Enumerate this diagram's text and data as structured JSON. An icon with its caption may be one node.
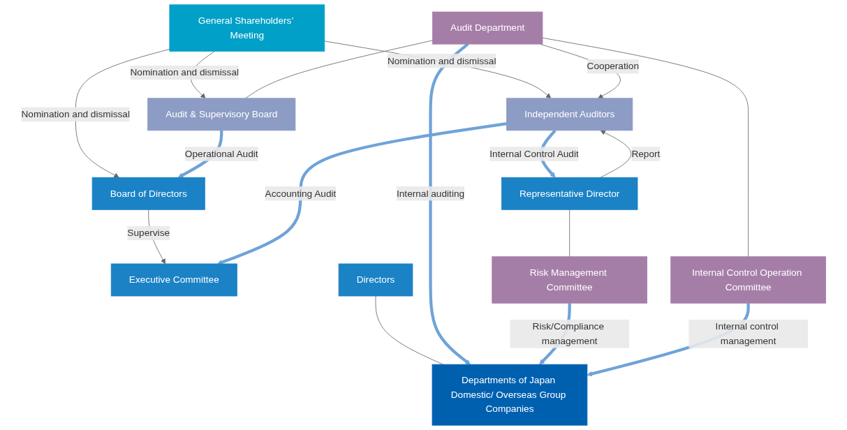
{
  "diagram": {
    "nodes": [
      {
        "text": [
          "General Shareholders’ Meeting"
        ]
      },
      {
        "text": [
          "Audit & Supervisory Board"
        ]
      },
      {
        "text": [
          "Independent Auditors"
        ]
      },
      {
        "text": [
          "Board of Directors"
        ]
      },
      {
        "text": [
          "Executive Committee"
        ]
      },
      {
        "text": [
          "Representative Director"
        ]
      },
      {
        "text": [
          "Directors"
        ]
      },
      {
        "text": [
          "Audit Department"
        ]
      },
      {
        "text": [
          "Risk Management Committee"
        ]
      },
      {
        "text": [
          "Internal Control Operation Committee"
        ]
      },
      {
        "text": [
          "Departments of Japan Domestic/ Overseas Group Companies"
        ]
      }
    ],
    "edges": [
      {
        "from": 0,
        "to": 1,
        "arrow": "to",
        "label": "Nomination and dismissal"
      },
      {
        "from": 0,
        "to": 2,
        "arrow": "to",
        "label": "Nomination and dismissal"
      },
      {
        "from": 0,
        "to": 3,
        "arrow": "to",
        "label": "Nomination and dismissal"
      },
      {
        "from": 3,
        "to": 4,
        "arrow": "to",
        "label": "Supervise"
      },
      {
        "from": 1,
        "to": 3,
        "arrow": "to",
        "label": "Operational Audit",
        "style": "thick",
        "color": "#6fa3d8"
      },
      {
        "from": 2,
        "to": 4,
        "arrow": "to",
        "label": "Accounting Audit",
        "style": "thick",
        "color": "#6fa3d8"
      },
      {
        "from": 2,
        "to": 5,
        "arrow": "to",
        "label": "Internal Control Audit",
        "style": "thick",
        "color": "#6fa3d8"
      },
      {
        "from": 7,
        "to": 1,
        "arrow": "none"
      },
      {
        "from": 7,
        "to": 2,
        "arrow": "to",
        "label": "Cooperation"
      },
      {
        "from": 5,
        "to": 2,
        "arrow": "to",
        "label": "Report"
      },
      {
        "from": 5,
        "to": 8,
        "arrow": "none"
      },
      {
        "from": 7,
        "to": 9,
        "arrow": "none"
      },
      {
        "from": 6,
        "to": 10,
        "arrow": "none"
      },
      {
        "from": 7,
        "to": 10,
        "arrow": "to",
        "label": "Internal auditing",
        "style": "thick",
        "color": "#6fa3d8"
      },
      {
        "from": 8,
        "to": 10,
        "arrow": "to",
        "label": "Risk/Compliance management",
        "style": "thick",
        "color": "#6fa3d8"
      },
      {
        "from": 9,
        "to": 10,
        "arrow": "to",
        "label": "Internal control management",
        "style": "thick",
        "color": "#6fa3d8"
      }
    ]
  }
}
